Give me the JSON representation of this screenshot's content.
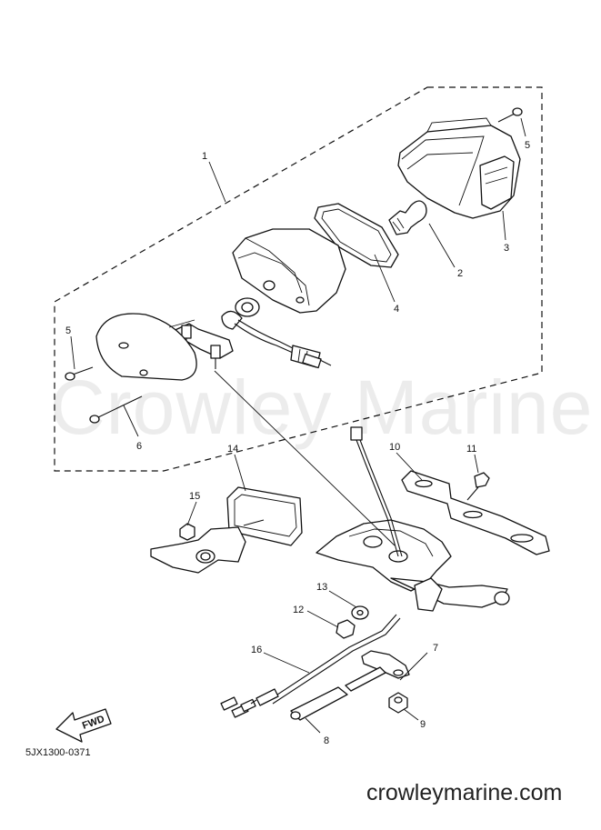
{
  "watermark": "Crowley Marine",
  "drawing_code": "5JX1300-0371",
  "site_url": "crowleymarine.com",
  "fwd_label": "FWD",
  "callouts": {
    "c1": "1",
    "c2": "2",
    "c3": "3",
    "c4": "4",
    "c5a": "5",
    "c5b": "5",
    "c6": "6",
    "c7": "7",
    "c8": "8",
    "c9": "9",
    "c10": "10",
    "c11": "11",
    "c12": "12",
    "c13": "13",
    "c14": "14",
    "c15": "15",
    "c16": "16"
  }
}
